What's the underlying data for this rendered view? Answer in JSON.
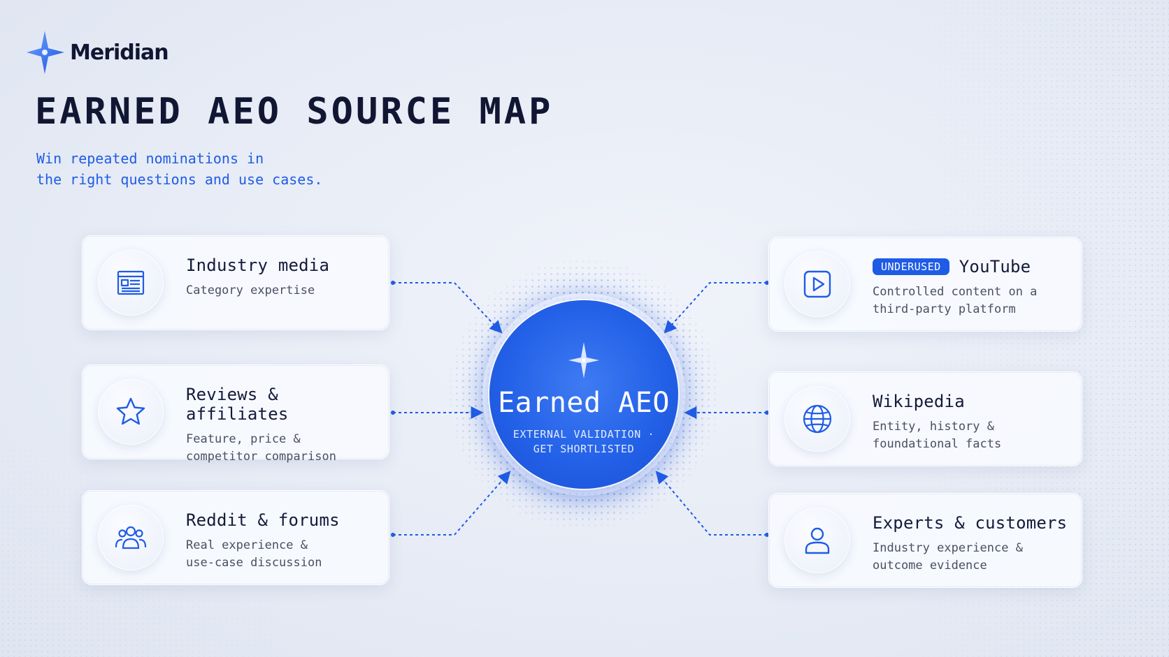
{
  "brand": {
    "name": "Meridian",
    "logo_icon": "four-point-star-icon"
  },
  "title": "EARNED AEO SOURCE MAP",
  "subtitle": {
    "line1": "Win repeated nominations in",
    "line2": "the right questions and use cases."
  },
  "center": {
    "title": "Earned AEO",
    "line1": "EXTERNAL VALIDATION ·",
    "line2": "GET SHORTLISTED",
    "icon": "four-point-star-icon"
  },
  "sources_left": [
    {
      "title": "Industry media",
      "desc1": "Category expertise",
      "desc2": "",
      "icon": "newspaper-icon"
    },
    {
      "title": "Reviews & affiliates",
      "desc1": "Feature, price &",
      "desc2": "competitor comparison",
      "icon": "star-icon"
    },
    {
      "title": "Reddit & forums",
      "desc1": "Real experience &",
      "desc2": "use-case discussion",
      "icon": "users-group-icon"
    }
  ],
  "sources_right": [
    {
      "badge": "UNDERUSED",
      "title": "YouTube",
      "desc1": "Controlled content on a",
      "desc2": "third-party platform",
      "icon": "play-button-icon"
    },
    {
      "title": "Wikipedia",
      "desc1": "Entity, history &",
      "desc2": "foundational facts",
      "icon": "globe-icon"
    },
    {
      "title": "Experts & customers",
      "desc1": "Industry experience &",
      "desc2": "outcome evidence",
      "icon": "person-icon"
    }
  ],
  "colors": {
    "accent": "#1f5ce6",
    "text": "#141a3a",
    "muted": "#4a4f62",
    "background": "#e8ecf5"
  }
}
